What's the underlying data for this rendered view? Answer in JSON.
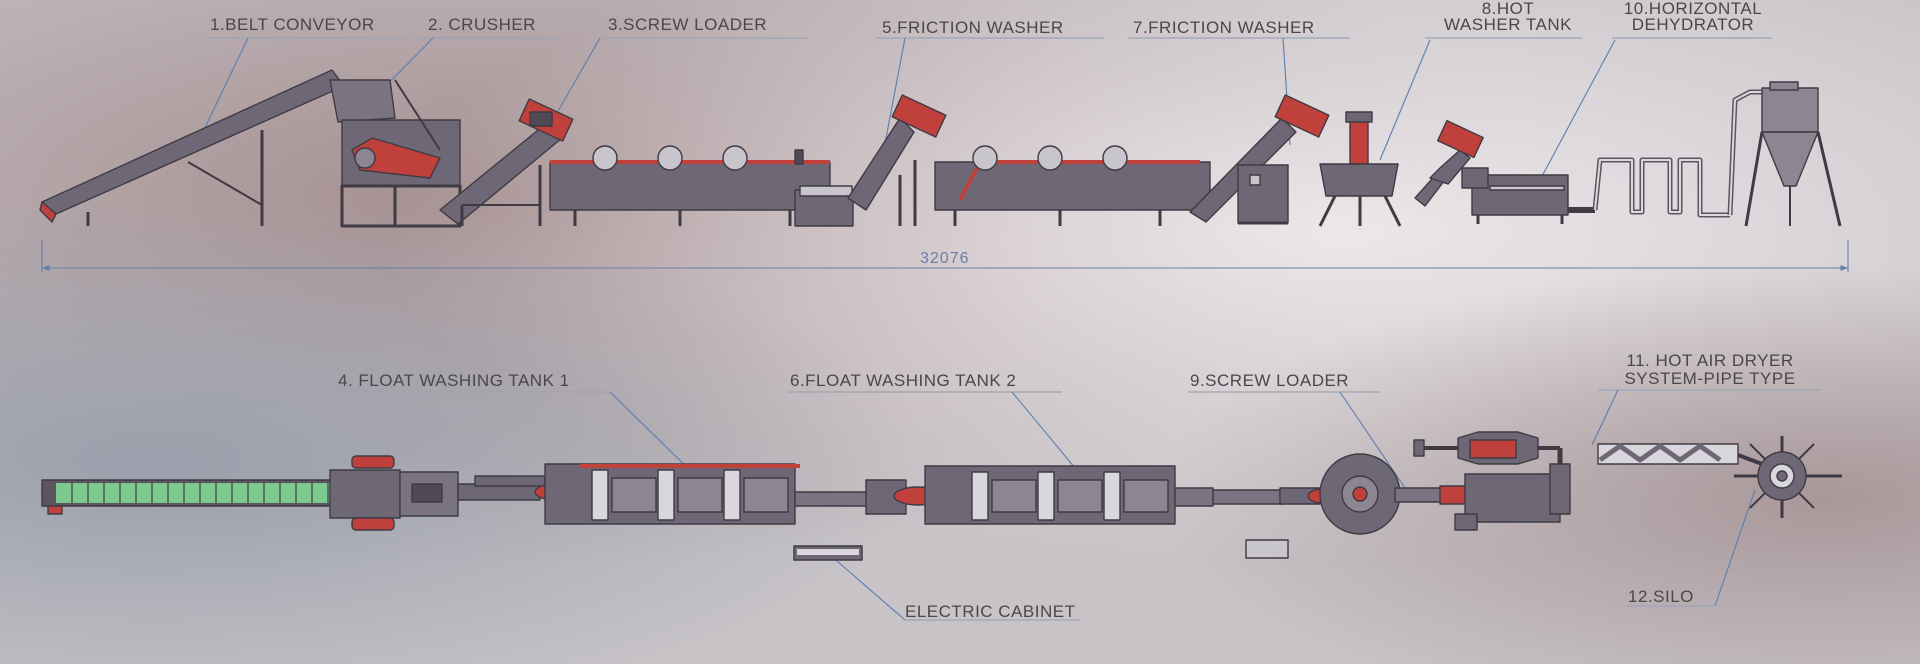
{
  "labels": {
    "belt_conveyor": "1.BELT CONVEYOR",
    "crusher": "2. CRUSHER",
    "screw_loader_1": "3.SCREW LOADER",
    "float_tank_1": "4. FLOAT WASHING TANK 1",
    "friction_washer_1": "5.FRICTION WASHER",
    "float_tank_2": "6.FLOAT WASHING TANK 2",
    "friction_washer_2": "7.FRICTION WASHER",
    "hot_washer_line1": "8.HOT",
    "hot_washer_line2": "WASHER TANK",
    "screw_loader_2": "9.SCREW LOADER",
    "dehydrator_line1": "10.HORIZONTAL",
    "dehydrator_line2": "DEHYDRATOR",
    "hot_air_line1": "11. HOT AIR DRYER",
    "hot_air_line2": "SYSTEM-PIPE TYPE",
    "silo": "12.SILO",
    "electric_cabinet": "ELECTRIC CABINET"
  },
  "dimension": {
    "total_length": "32076"
  },
  "colors": {
    "machine_body": "#6e6876",
    "accent_red": "#c0403c",
    "conveyor_green": "#7dc88e",
    "leader_line": "#5a7eb0",
    "dimension_line": "#6a7fa8"
  }
}
